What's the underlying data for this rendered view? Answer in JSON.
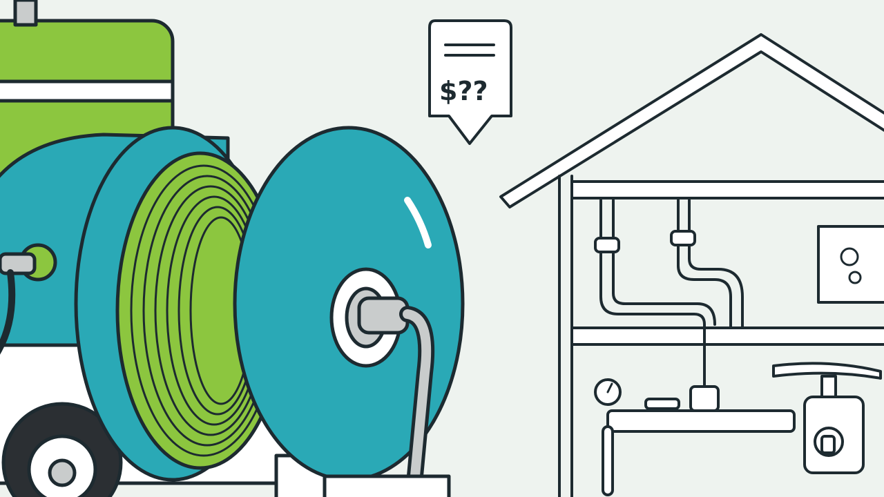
{
  "price_tag": {
    "text": "$??"
  },
  "colors": {
    "background": "#eef3ef",
    "teal": "#2aa9b6",
    "green": "#8cc63f",
    "outline": "#1d2a30",
    "grey": "#c9cccc"
  },
  "icons": [
    "price-tag-icon",
    "house-icon",
    "pressure-gauge-icon",
    "hose-reel",
    "water-tank",
    "wheel",
    "valve-icon",
    "pipe"
  ]
}
